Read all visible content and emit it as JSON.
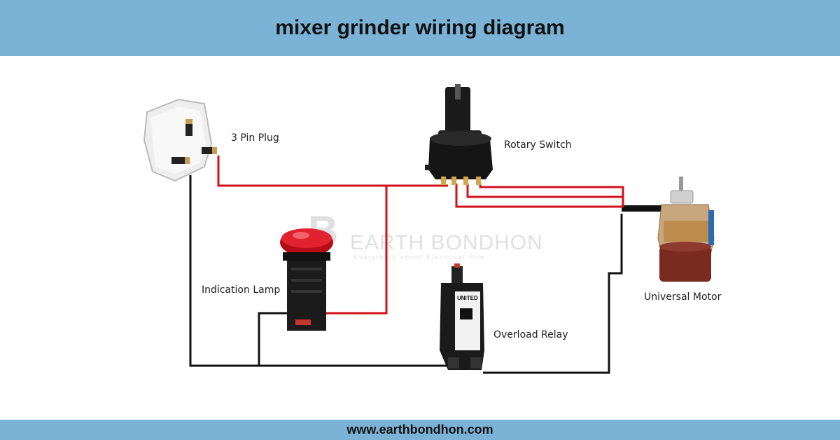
{
  "header": {
    "title": "mixer grinder wiring diagram"
  },
  "footer": {
    "website": "www.earthbondhon.com"
  },
  "watermark": {
    "name": "EARTH BONDHON",
    "tagline": "Everything about Electrical Site",
    "color": "#c8c8c8"
  },
  "components": {
    "plug": {
      "label": "3 Pin Plug"
    },
    "rotary_switch": {
      "label": "Rotary Switch"
    },
    "motor": {
      "label": "Universal Motor"
    },
    "lamp": {
      "label": "Indication Lamp"
    },
    "relay": {
      "label": "Overload Relay",
      "brand": "UNITED"
    }
  },
  "wires": {
    "live_color": "#d0121b",
    "neutral_color": "#111111"
  },
  "colors": {
    "banner": "#7ab3d6"
  }
}
